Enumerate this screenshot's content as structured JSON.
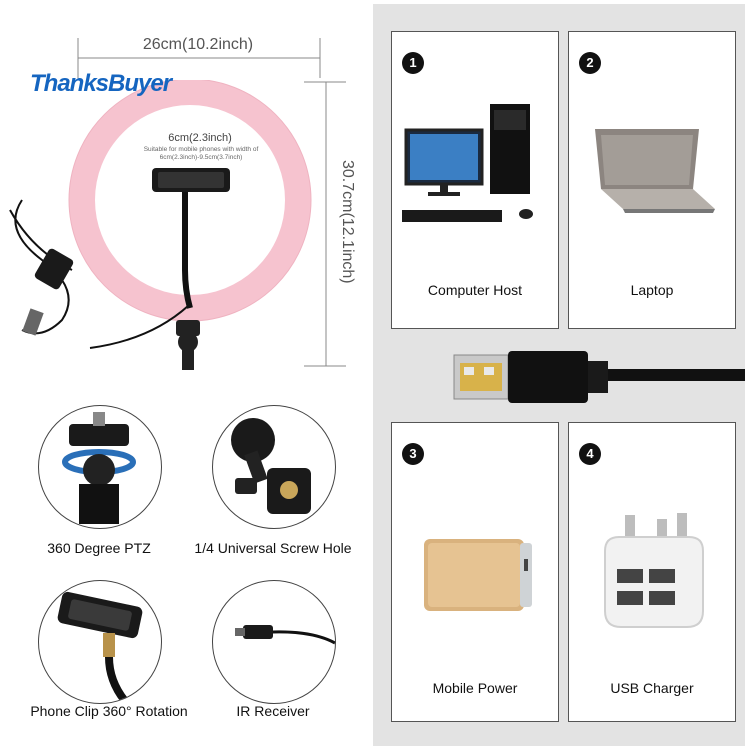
{
  "product": {
    "brand": "ThanksBuyer",
    "width_label": "26cm(10.2inch)",
    "height_label": "30.7cm(12.1inch)",
    "clip_size": "6cm(2.3inch)",
    "clip_note": "Suitable for mobile phones with width of 6cm(2.3inch)-9.5cm(3.7inch)"
  },
  "features": [
    {
      "label": "360 Degree PTZ",
      "icon": "ball-head-icon"
    },
    {
      "label": "1/4 Universal Screw Hole",
      "icon": "screw-mount-icon"
    },
    {
      "label": "Phone Clip 360° Rotation",
      "icon": "phone-clip-icon"
    },
    {
      "label": "IR Receiver",
      "icon": "ir-receiver-icon"
    }
  ],
  "power_sources": [
    {
      "number": "1",
      "label": "Computer Host",
      "icon": "desktop-computer-icon"
    },
    {
      "number": "2",
      "label": "Laptop",
      "icon": "laptop-icon"
    },
    {
      "number": "3",
      "label": "Mobile Power",
      "icon": "power-bank-icon"
    },
    {
      "number": "4",
      "label": "USB Charger",
      "icon": "usb-charger-icon"
    }
  ],
  "colors": {
    "ring": "#f7c9d3",
    "panel": "#e3e3e3",
    "brand": "#1565c0"
  }
}
